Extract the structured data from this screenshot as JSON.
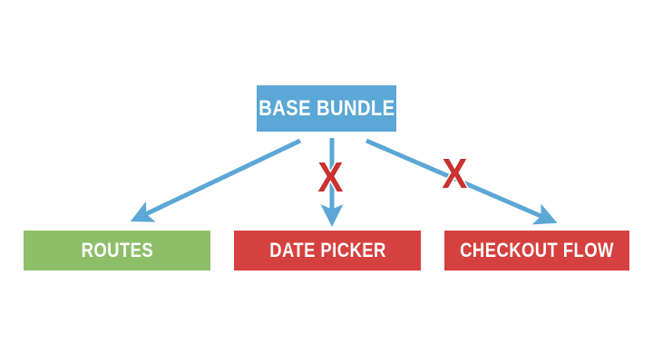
{
  "diagram": {
    "title_text": "",
    "background_color": "#ffffff",
    "colors": {
      "blue": "#5ba7d6",
      "green": "#8dbf69",
      "red": "#d5413f",
      "x_red": "#c9322f",
      "label_text": "#ffffff"
    },
    "nodes": [
      {
        "id": "base-bundle",
        "label": "BASE BUNDLE",
        "color": "#5ba7d6",
        "role": "source"
      },
      {
        "id": "routes",
        "label": "ROUTES",
        "color": "#8dbf69",
        "role": "target-allowed"
      },
      {
        "id": "date-picker",
        "label": "DATE PICKER",
        "color": "#d5413f",
        "role": "target-blocked"
      },
      {
        "id": "checkout-flow",
        "label": "CHECKOUT FLOW",
        "color": "#d5413f",
        "role": "target-blocked"
      }
    ],
    "edges": [
      {
        "id": "edge-base-bundle-to-routes",
        "from": "base-bundle",
        "to": "routes",
        "color": "#5ba7d6",
        "blocked": false,
        "marker": ""
      },
      {
        "id": "edge-base-bundle-to-date-picker",
        "from": "base-bundle",
        "to": "date-picker",
        "color": "#5ba7d6",
        "blocked": true,
        "marker": "X"
      },
      {
        "id": "edge-base-bundle-to-checkout-flow",
        "from": "base-bundle",
        "to": "checkout-flow",
        "color": "#5ba7d6",
        "blocked": true,
        "marker": "X"
      }
    ]
  }
}
